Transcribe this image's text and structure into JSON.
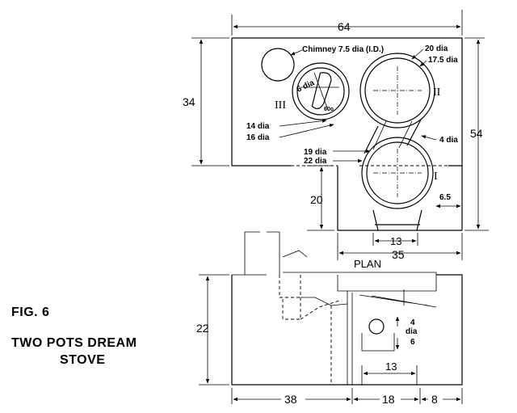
{
  "figure": {
    "fig_number": "FIG. 6",
    "title_line1": "TWO POTS DREAM",
    "title_line2": "STOVE"
  },
  "plan": {
    "view_label": "PLAN",
    "dim_overall_width": "64",
    "dim_upper_height": "34",
    "dim_overall_height": "54",
    "dim_lower_height": "20",
    "dim_lower_width": "35",
    "dim_outlet_width": "13",
    "dim_offset": "6.5",
    "chimney_label": "Chimney 7.5 dia (I.D.)",
    "opening_III_label": "6 dia",
    "angle_label": "60o",
    "pot_III_inner": "14 dia",
    "pot_III_outer": "16 dia",
    "pot_I_inner": "19 dia",
    "pot_I_outer": "22 dia",
    "pot_II_outer": "20 dia",
    "pot_II_inner": "17.5 dia",
    "duct_width": "4 dia",
    "pot_labels": [
      "I",
      "II",
      "III"
    ]
  },
  "elevation": {
    "dim_height": "22",
    "dim_left": "38",
    "dim_mid": "18",
    "dim_right": "8",
    "dim_port": "13",
    "air_hole_label_a": "4",
    "air_hole_label_b": "dia",
    "air_hole_label_c": "6"
  }
}
